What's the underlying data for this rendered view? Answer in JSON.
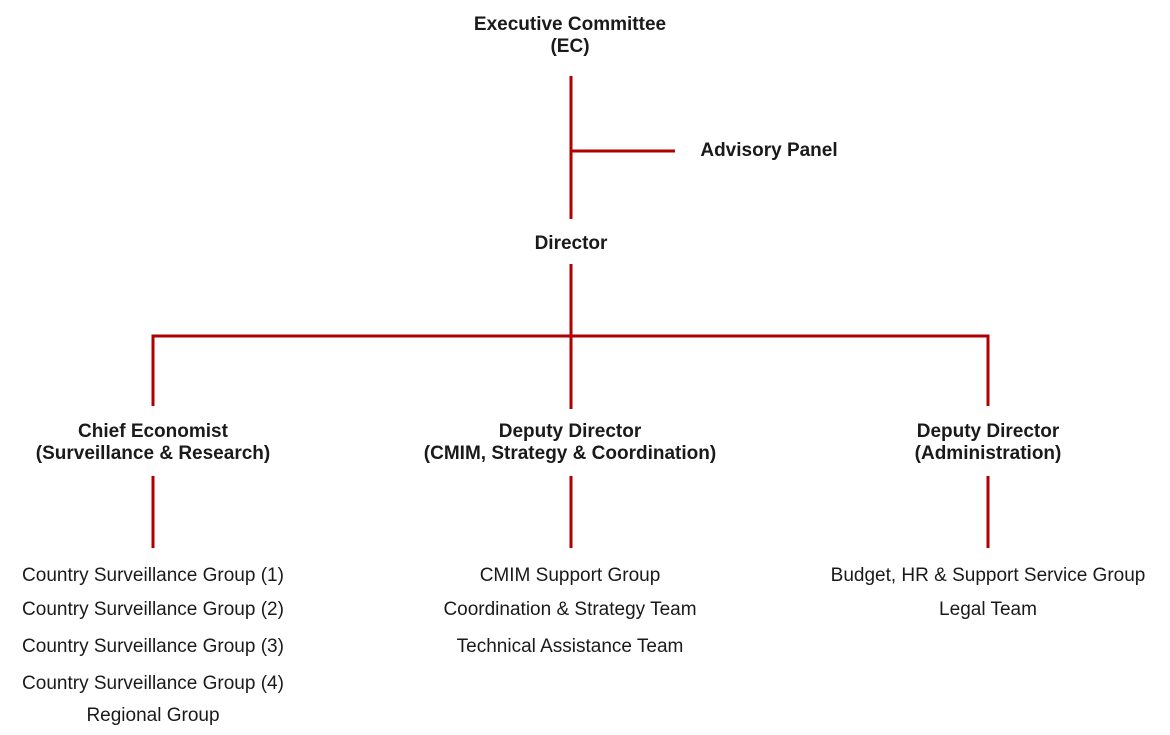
{
  "colors": {
    "connector": "#b00000",
    "text": "#1a1a1a",
    "background": "#ffffff"
  },
  "nodes": {
    "executive_committee": {
      "line1": "Executive Committee",
      "line2": "(EC)"
    },
    "advisory_panel": {
      "label": "Advisory Panel"
    },
    "director": {
      "label": "Director"
    },
    "chief_economist": {
      "line1": "Chief Economist",
      "line2": "(Surveillance & Research)"
    },
    "deputy_director_cmim": {
      "line1": "Deputy Director",
      "line2": "(CMIM, Strategy & Coordination)"
    },
    "deputy_director_admin": {
      "line1": "Deputy Director",
      "line2": "(Administration)"
    }
  },
  "groups": {
    "chief_economist": [
      "Country Surveillance Group (1)",
      "Country Surveillance Group (2)",
      "Country Surveillance Group (3)",
      "Country Surveillance Group (4)",
      "Regional Group"
    ],
    "deputy_director_cmim": [
      "CMIM Support Group",
      "Coordination & Strategy Team",
      "Technical Assistance Team"
    ],
    "deputy_director_admin": [
      "Budget, HR & Support Service Group",
      "Legal Team"
    ]
  }
}
